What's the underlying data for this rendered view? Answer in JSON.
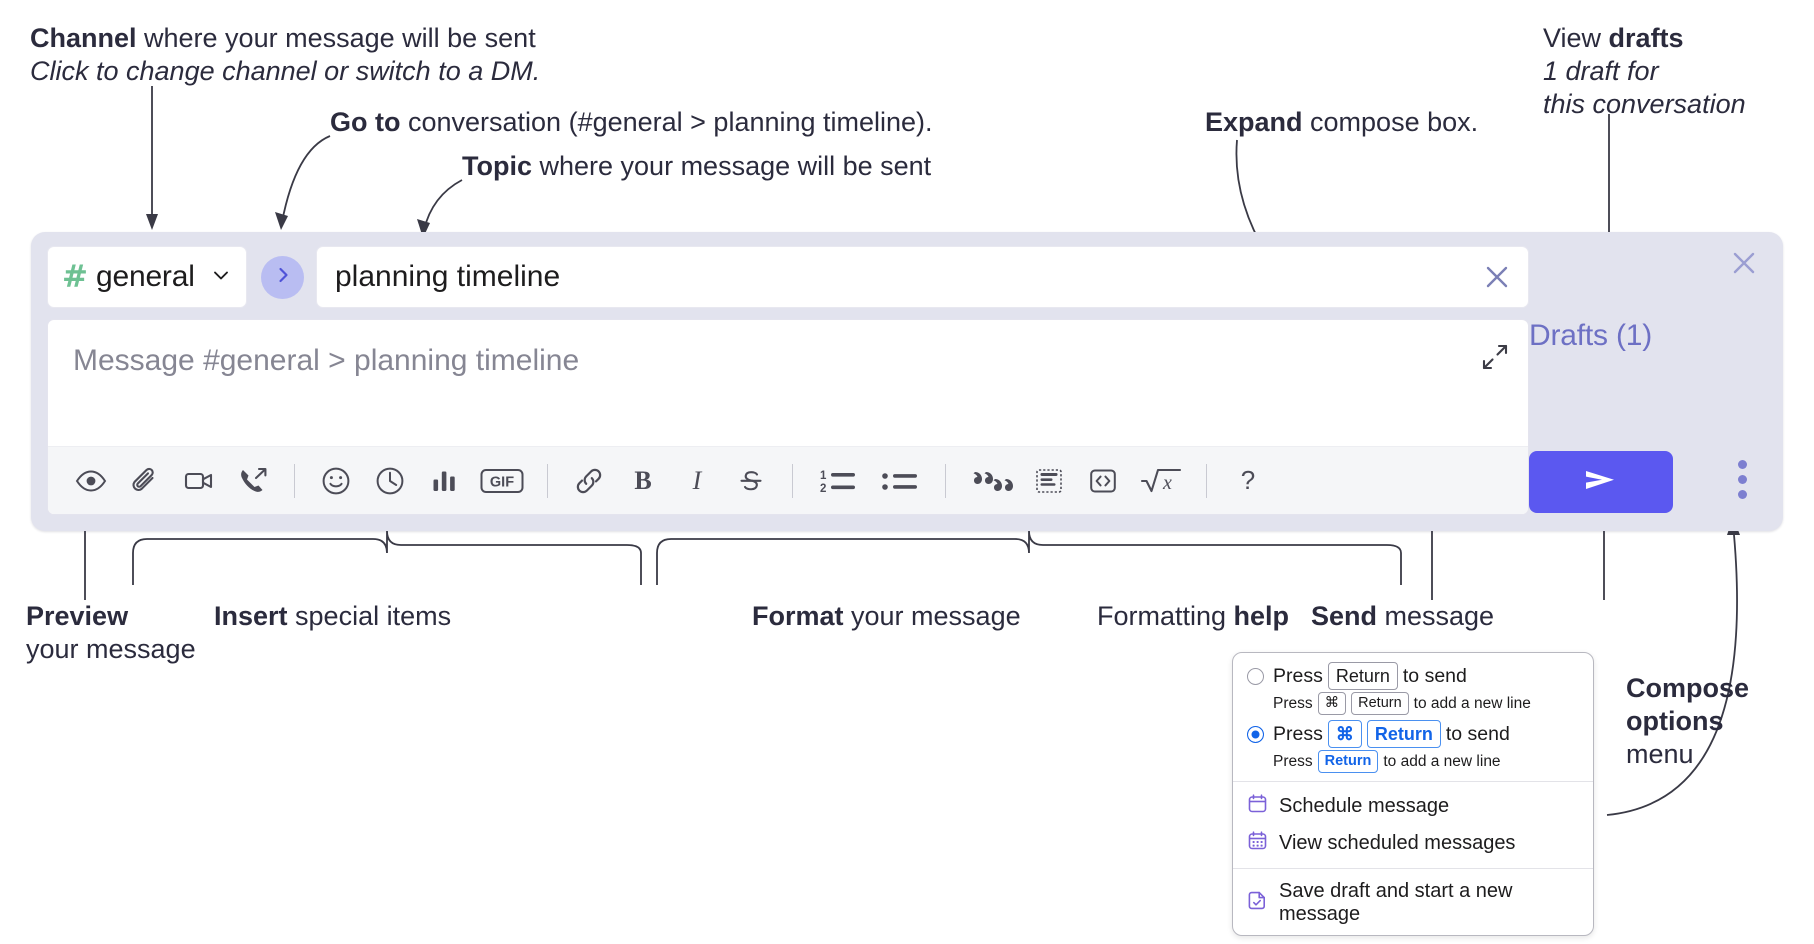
{
  "annotations": {
    "channel": {
      "bold": "Channel",
      "rest": " where your message will be sent",
      "italic": "Click to change channel or switch to a DM."
    },
    "goto": {
      "bold": "Go to",
      "rest": " conversation (#general > planning timeline)."
    },
    "topic": {
      "bold": "Topic",
      "rest": " where your message will be sent"
    },
    "expand": {
      "bold": "Expand",
      "rest": " compose box."
    },
    "drafts": {
      "lead": "View ",
      "bold": "drafts",
      "italic_line1": "1 draft for",
      "italic_line2": "this conversation"
    },
    "preview": {
      "bold": "Preview",
      "line2": "your message"
    },
    "insert": {
      "bold": "Insert",
      "rest": " special items"
    },
    "format": {
      "bold": "Format",
      "rest": " your message"
    },
    "help": {
      "lead": "Formatting ",
      "bold": "help"
    },
    "send": {
      "bold": "Send",
      "rest": " message"
    },
    "compose_options": {
      "bold_line1": "Compose",
      "bold_line2": "options",
      "line3": "menu"
    }
  },
  "compose": {
    "channel_name": "general",
    "channel_hash": "#",
    "topic_value": "planning timeline",
    "message_placeholder": "Message #general > planning timeline",
    "drafts_label": "Drafts (1)",
    "toolbar": [
      {
        "name": "preview-icon",
        "label": "Preview"
      },
      {
        "name": "attachment-icon",
        "label": "Attach file"
      },
      {
        "name": "video-icon",
        "label": "Record video clip"
      },
      {
        "name": "huddle-icon",
        "label": "Start a huddle"
      },
      {
        "name": "emoji-icon",
        "label": "Emoji"
      },
      {
        "name": "clock-icon",
        "label": "Reminder"
      },
      {
        "name": "poll-icon",
        "label": "Poll"
      },
      {
        "name": "gif-icon",
        "label": "GIF"
      },
      {
        "name": "link-icon",
        "label": "Link"
      },
      {
        "name": "bold-icon",
        "label": "Bold"
      },
      {
        "name": "italic-icon",
        "label": "Italic"
      },
      {
        "name": "strikethrough-icon",
        "label": "Strikethrough"
      },
      {
        "name": "ordered-list-icon",
        "label": "Ordered list"
      },
      {
        "name": "bulleted-list-icon",
        "label": "Bulleted list"
      },
      {
        "name": "blockquote-icon",
        "label": "Blockquote"
      },
      {
        "name": "code-block-icon",
        "label": "Code block"
      },
      {
        "name": "code-icon",
        "label": "Code"
      },
      {
        "name": "latex-icon",
        "label": "Math"
      },
      {
        "name": "help-icon",
        "label": "Formatting help"
      }
    ],
    "gif_label": "GIF",
    "bold_label": "B",
    "italic_label": "I",
    "help_label": "?"
  },
  "options_menu": {
    "option1": {
      "selected": false,
      "press": "Press",
      "key": "Return",
      "suffix": "to send",
      "sub_press": "Press",
      "sub_key1": "⌘",
      "sub_key2": "Return",
      "sub_suffix": "to add a new line"
    },
    "option2": {
      "selected": true,
      "press": "Press",
      "key1": "⌘",
      "key2": "Return",
      "suffix": "to send",
      "sub_press": "Press",
      "sub_key": "Return",
      "sub_suffix": "to add a new line"
    },
    "items": [
      {
        "name": "schedule-message",
        "label": "Schedule message",
        "icon": "calendar-icon"
      },
      {
        "name": "view-scheduled-messages",
        "label": "View scheduled messages",
        "icon": "calendar-grid-icon"
      },
      {
        "name": "save-draft",
        "label": "Save draft and start a new message",
        "icon": "draft-check-icon"
      }
    ]
  },
  "colors": {
    "accent": "#5b58f0",
    "compose_bg": "#e2e3ee",
    "drafts_text": "#6d70c4",
    "hash_green": "#6ec193",
    "goto_circle": "#b9bdf2",
    "menu_blue": "#1264e8"
  }
}
